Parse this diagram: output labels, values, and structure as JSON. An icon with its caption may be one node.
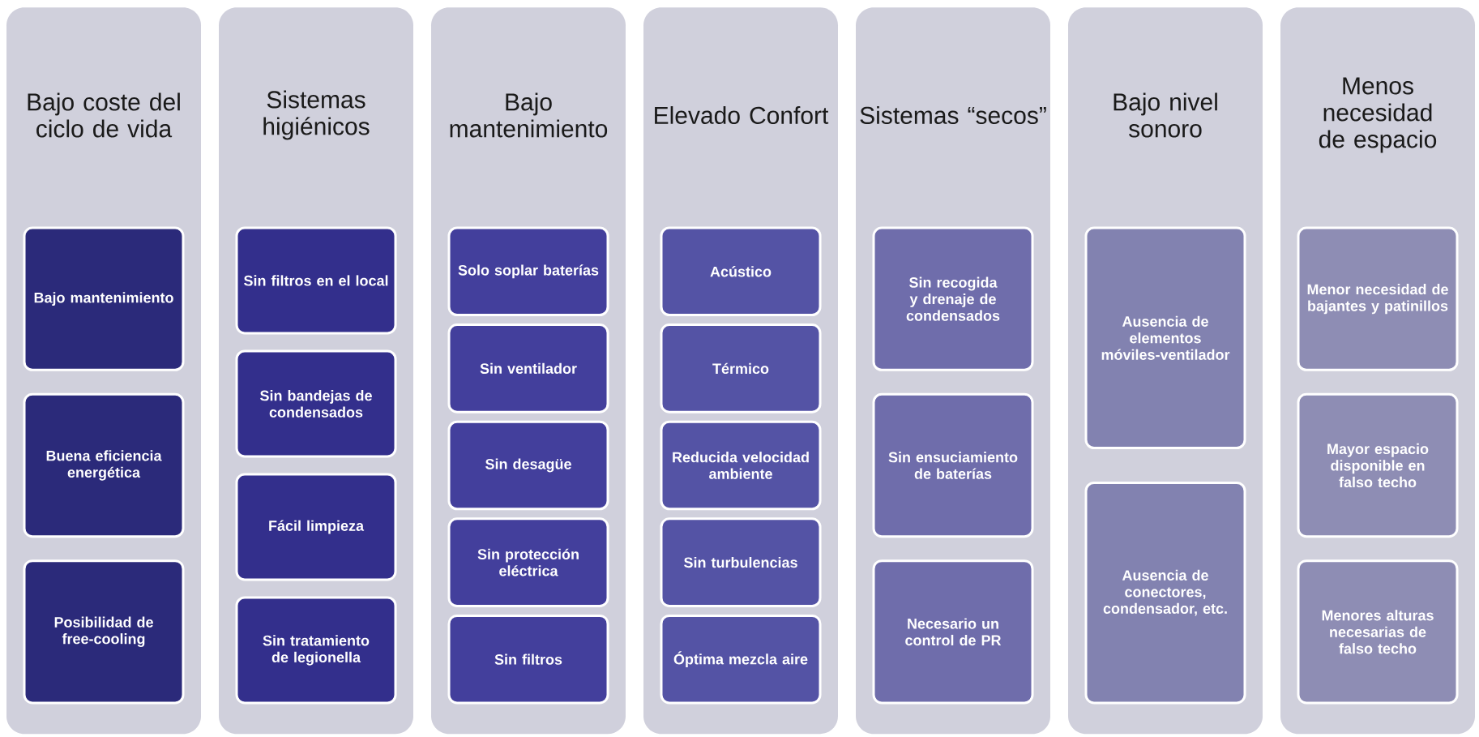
{
  "diagram": {
    "nodes": [
      {
        "text": [
          "Bajo coste del ciclo de vida"
        ]
      },
      {
        "text": [
          "Bajo mantenimiento"
        ],
        "in": 0
      },
      {
        "text": [
          "Buena eficiencia energética"
        ],
        "in": 0
      },
      {
        "text": [
          "Posibilidad de free-cooling"
        ],
        "in": 0
      },
      {
        "text": [
          "Sistemas higiénicos"
        ]
      },
      {
        "text": [
          "Sin filtros en el local"
        ],
        "in": 4
      },
      {
        "text": [
          "Sin bandejas de condensados"
        ],
        "in": 4
      },
      {
        "text": [
          "Fácil limpieza"
        ],
        "in": 4
      },
      {
        "text": [
          "Sin tratamiento de legionella"
        ],
        "in": 4
      },
      {
        "text": [
          "Bajo mantenimiento"
        ]
      },
      {
        "text": [
          "Solo soplar baterías"
        ],
        "in": 9
      },
      {
        "text": [
          "Sin ventilador"
        ],
        "in": 9
      },
      {
        "text": [
          "Sin desagüe"
        ],
        "in": 9
      },
      {
        "text": [
          "Sin protección eléctrica"
        ],
        "in": 9
      },
      {
        "text": [
          "Sin filtros"
        ],
        "in": 9
      },
      {
        "text": [
          "Elevado Confort"
        ]
      },
      {
        "text": [
          "Acústico"
        ],
        "in": 15
      },
      {
        "text": [
          "Térmico"
        ],
        "in": 15
      },
      {
        "text": [
          "Reducida velocidad ambiente"
        ],
        "in": 15
      },
      {
        "text": [
          "Sin turbulencias"
        ],
        "in": 15
      },
      {
        "text": [
          "Óptima mezcla aire"
        ],
        "in": 15
      },
      {
        "text": [
          "Sistemas “secos”"
        ]
      },
      {
        "text": [
          "Sin recogida y drenaje de condensados"
        ],
        "in": 21
      },
      {
        "text": [
          "Sin ensuciamiento de baterías"
        ],
        "in": 21
      },
      {
        "text": [
          "Necesario un control de PR"
        ],
        "in": 21
      },
      {
        "text": [
          "Bajo nivel sonoro"
        ]
      },
      {
        "text": [
          "Ausencia de elementos móviles-ventilador"
        ],
        "in": 25
      },
      {
        "text": [
          "Ausencia de conectores, condensador, etc."
        ],
        "in": 25
      },
      {
        "text": [
          "Menos necesidad de espacio"
        ]
      },
      {
        "text": [
          "Menor necesidad de bajantes y patinillos"
        ],
        "in": 28
      },
      {
        "text": [
          "Mayor espacio disponible en falso techo"
        ],
        "in": 28
      },
      {
        "text": [
          "Menores alturas necesarias de falso techo"
        ],
        "in": 28
      }
    ]
  }
}
